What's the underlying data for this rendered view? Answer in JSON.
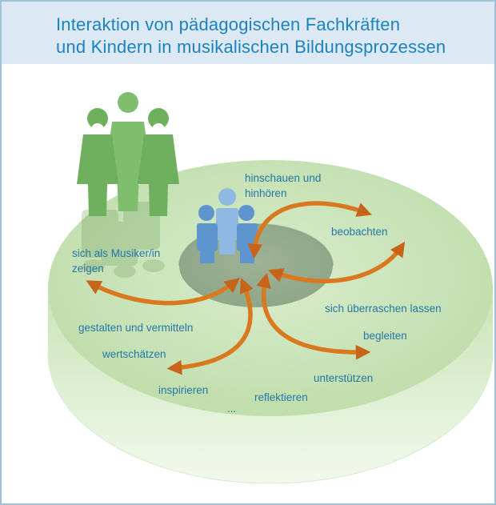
{
  "title": {
    "line1": "Interaktion von pädagogischen Fachkräften",
    "line2": "und Kindern in musikalischen Bildungsprozessen"
  },
  "labels": {
    "hinschauen_line1": "hinschauen und",
    "hinschauen_line2": "hinhören",
    "beobachten": "beobachten",
    "musiker_line1": "sich als Musiker/in",
    "musiker_line2": "zeigen",
    "ueberraschen": "sich überraschen lassen",
    "gestalten": "gestalten und vermitteln",
    "begleiten": "begleiten",
    "wertschaetzen": "wertschätzen",
    "unterstuetzen": "unterstützen",
    "inspirieren": "inspirieren",
    "reflektieren": "reflektieren",
    "ellipsis": "..."
  },
  "colors": {
    "title_text": "#1b83bf",
    "title_band": "#dce8f4",
    "label_text": "#2377a9",
    "disc_top": "#cfe6c0",
    "disc_side": "#e3f1da",
    "adults": "#6fb05e",
    "children": "#6a9fd6",
    "arrows": "#d9781f"
  }
}
